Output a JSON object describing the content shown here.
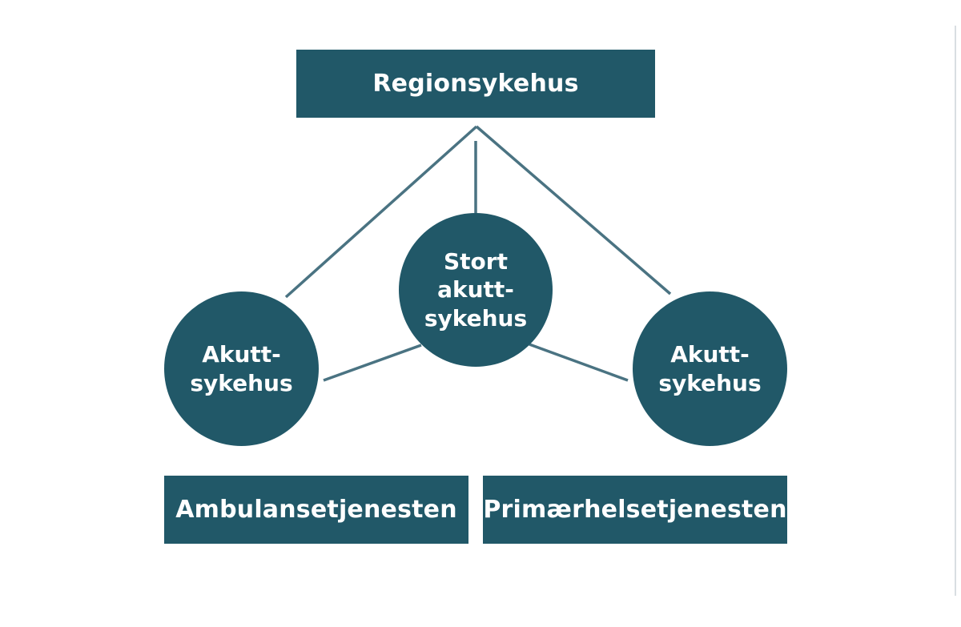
{
  "diagram": {
    "colors": {
      "fill": "#215868",
      "connector": "#4a7382",
      "text": "#ffffff",
      "background": "#ffffff"
    },
    "top_box": {
      "label": "Regionsykehus"
    },
    "center_node": {
      "line1": "Stort",
      "line2": "akutt-",
      "line3": "sykehus"
    },
    "left_node": {
      "line1": "Akutt-",
      "line2": "sykehus"
    },
    "right_node": {
      "line1": "Akutt-",
      "line2": "sykehus"
    },
    "bottom_left_box": {
      "label": "Ambulansetjenesten"
    },
    "bottom_right_box": {
      "label": "Primærhelsetjenesten"
    },
    "connections": [
      {
        "from": "Regionsykehus",
        "to": "Akutt-sykehus (left)"
      },
      {
        "from": "Regionsykehus",
        "to": "Stort akutt-sykehus"
      },
      {
        "from": "Regionsykehus",
        "to": "Akutt-sykehus (right)"
      },
      {
        "from": "Stort akutt-sykehus",
        "to": "Akutt-sykehus (left)"
      },
      {
        "from": "Stort akutt-sykehus",
        "to": "Akutt-sykehus (right)"
      }
    ]
  }
}
